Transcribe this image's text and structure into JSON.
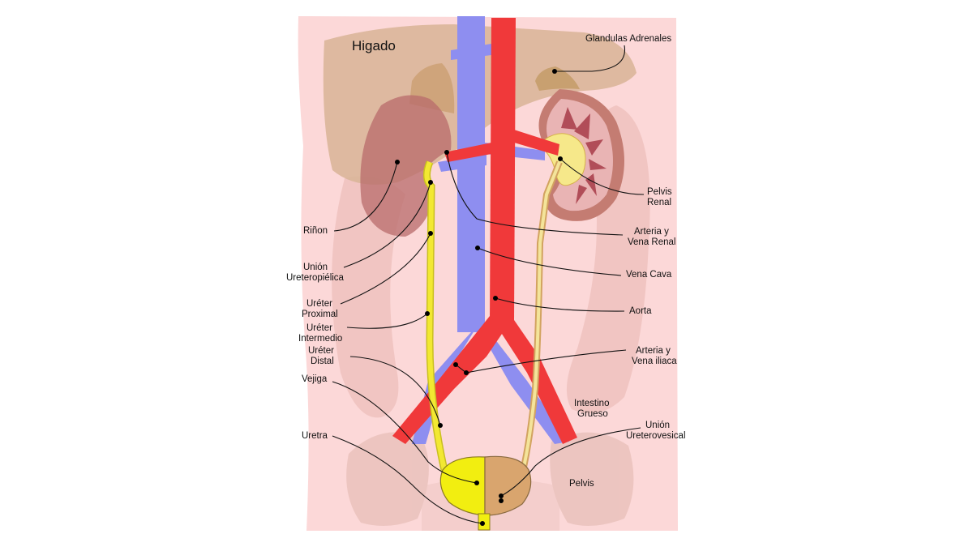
{
  "diagram": {
    "colors": {
      "background": "#ffffff",
      "body": "#fcd8d8",
      "organ_shadow": "#e7b7b0",
      "liver": "#d8b496",
      "kidney": "#b86b6b",
      "vein": "#8e8ef0",
      "artery": "#f0393a",
      "ureter": "#f2e832",
      "bladder_left": "#f2ee10",
      "bladder_right": "#d9a56e"
    },
    "labels": {
      "higado": "Higado",
      "glandulas": "Glandulas Adrenales",
      "rinon": "Riñon",
      "pelvis_renal_1": "Pelvis",
      "pelvis_renal_2": "Renal",
      "union_up_1": "Unión",
      "union_up_2": "Ureteropiélica",
      "arteria_renal_1": "Arteria y",
      "arteria_renal_2": "Vena Renal",
      "vena_cava": "Vena Cava",
      "ureter_prox_1": "Uréter",
      "ureter_prox_2": "Proximal",
      "aorta": "Aorta",
      "ureter_inter_1": "Uréter",
      "ureter_inter_2": "Intermedio",
      "ureter_distal_1": "Uréter",
      "ureter_distal_2": "Distal",
      "arteria_iliaca_1": "Arteria y",
      "arteria_iliaca_2": "Vena iliaca",
      "vejiga": "Vejiga",
      "intestino_1": "Intestino",
      "intestino_2": "Grueso",
      "union_uv_1": "Unión",
      "union_uv_2": "Ureterovesical",
      "uretra": "Uretra",
      "pelvis": "Pelvis"
    }
  }
}
